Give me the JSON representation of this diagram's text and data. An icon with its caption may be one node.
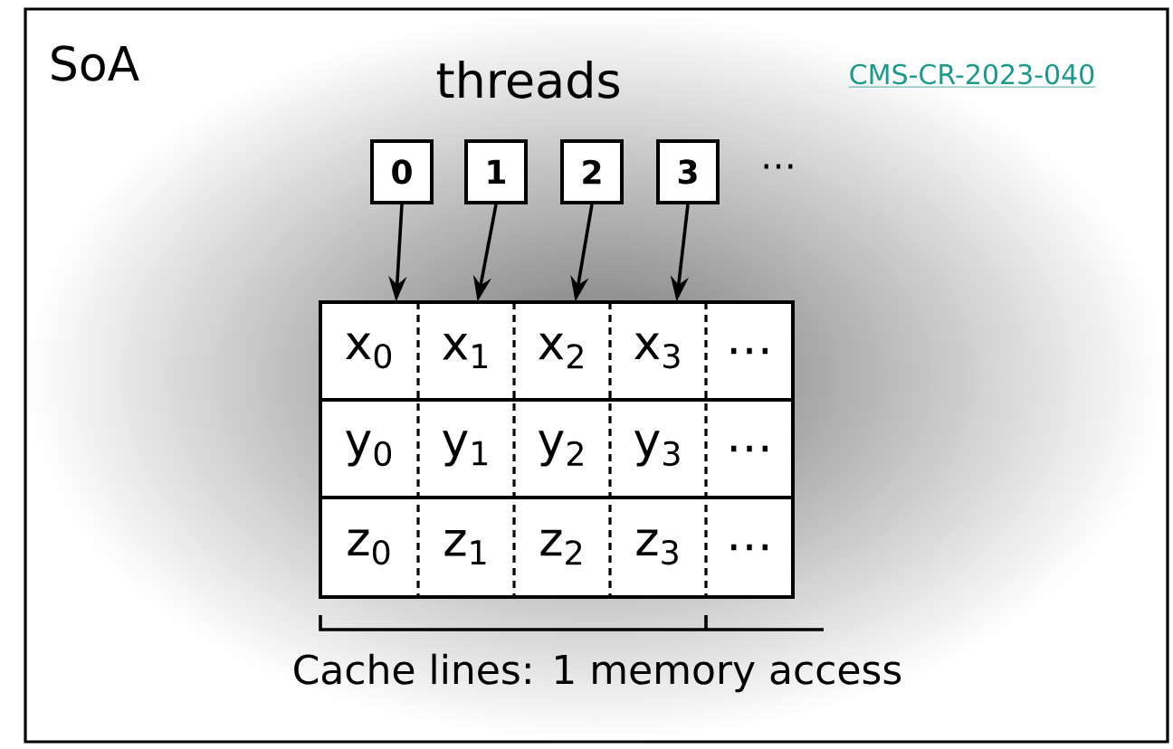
{
  "diagram": {
    "nodes": [
      {
        "text": [
          "0"
        ]
      },
      {
        "text": [
          "1"
        ]
      },
      {
        "text": [
          "2"
        ]
      },
      {
        "text": [
          "3"
        ]
      },
      {
        "text": [
          "x$_{0}$"
        ]
      },
      {
        "text": [
          "x$_{1}$"
        ]
      },
      {
        "text": [
          "x$_{2}$"
        ]
      },
      {
        "text": [
          "x$_{3}$"
        ]
      }
    ],
    "edges": [
      {
        "from": 0,
        "to": 4,
        "arrow": "to"
      },
      {
        "from": 1,
        "to": 5,
        "arrow": "to"
      },
      {
        "from": 2,
        "to": 6,
        "arrow": "to"
      },
      {
        "from": 3,
        "to": 7,
        "arrow": "to"
      }
    ],
    "labels": [
      "SoA",
      "threads",
      "CMS-CR-2023-040",
      "…",
      "…",
      "y$_{0}$",
      "y$_{1}$",
      "y$_{2}$",
      "y$_{3}$",
      "…",
      "z$_{0}$",
      "z$_{1}$",
      "z$_{2}$",
      "z$_{3}$",
      "…",
      "Cache lines: 1 memory access"
    ]
  }
}
